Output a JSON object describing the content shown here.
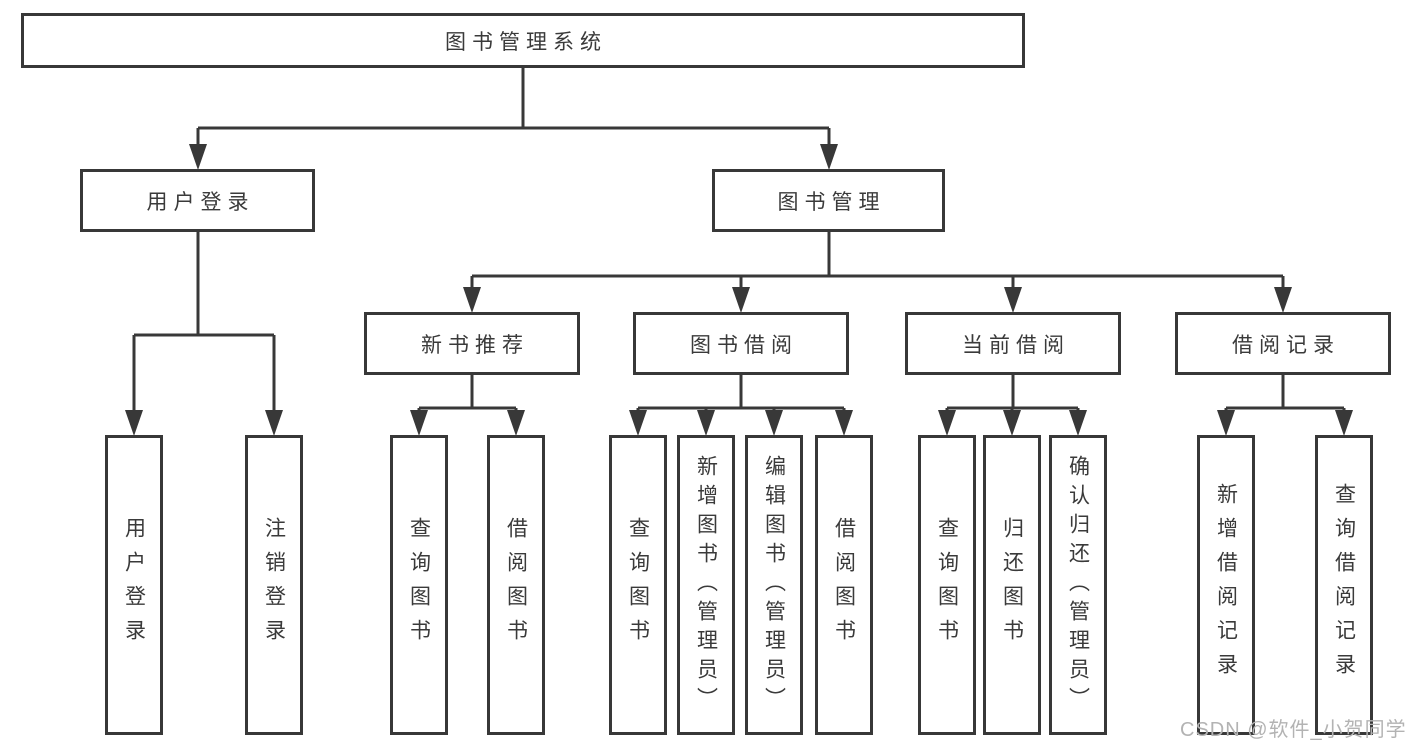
{
  "diagram": {
    "root": {
      "label": "图书管理系统"
    },
    "level2": [
      {
        "label": "用户登录"
      },
      {
        "label": "图书管理"
      }
    ],
    "level3": [
      {
        "label": "新书推荐"
      },
      {
        "label": "图书借阅"
      },
      {
        "label": "当前借阅"
      },
      {
        "label": "借阅记录"
      }
    ],
    "leaves": {
      "user_login": [
        "用户登录",
        "注销登录"
      ],
      "new_book": [
        "查询图书",
        "借阅图书"
      ],
      "book_borrow": [
        "查询图书",
        "新增图书（管理员）",
        "编辑图书（管理员）",
        "借阅图书"
      ],
      "current_borrow": [
        "查询图书",
        "归还图书",
        "确认归还（管理员）"
      ],
      "borrow_record": [
        "新增借阅记录",
        "查询借阅记录"
      ]
    }
  },
  "watermark": {
    "text": "CSDN @软件_小贺同学"
  },
  "colors": {
    "line": "#383838",
    "text": "#3a3a3a",
    "background": "#ffffff",
    "watermark": "#b3b3b3"
  }
}
